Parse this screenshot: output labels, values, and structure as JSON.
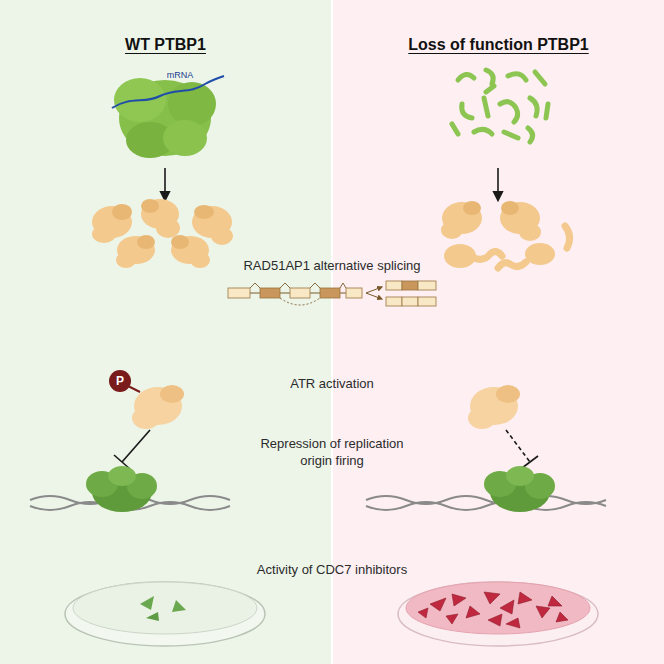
{
  "diagram": {
    "nodes": [
      {
        "text": [
          "WT PTBP1"
        ]
      },
      {
        "text": [
          "Loss of function PTBP1"
        ]
      },
      {
        "text": [
          "P"
        ],
        "in": 0
      }
    ],
    "labels": [
      "mRNA",
      "RAD51AP1 alternative splicing",
      "ATR activation",
      "Repression of replication origin firing",
      "Activity of CDC7 inhibitors"
    ]
  }
}
